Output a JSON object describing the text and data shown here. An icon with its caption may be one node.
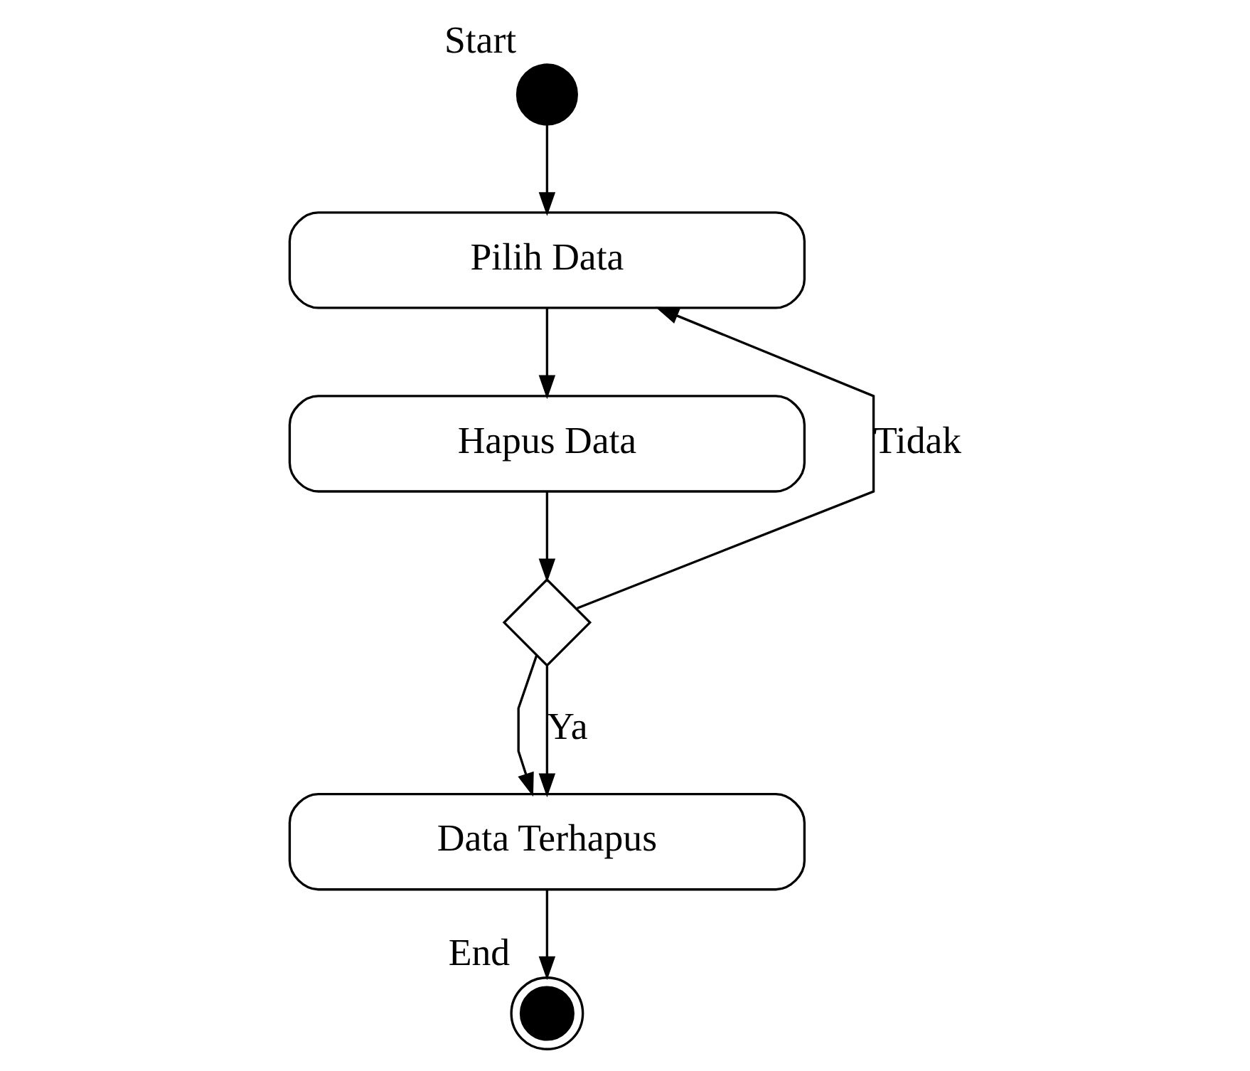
{
  "diagram": {
    "nodes": [
      {
        "text": [],
        "shape": "circle",
        "beside": [
          "Start"
        ]
      },
      {
        "text": [
          "Pilih Data"
        ]
      },
      {
        "text": [
          "Hapus Data"
        ]
      },
      {
        "text": [],
        "shape": "diamond"
      },
      {
        "text": [
          "Data Terhapus"
        ]
      },
      {
        "text": [],
        "shape": "bullseye",
        "beside": [
          "End"
        ]
      }
    ],
    "edges": [
      {
        "from": 0,
        "to": 1,
        "arrow": "to"
      },
      {
        "from": 1,
        "to": 2,
        "arrow": "to"
      },
      {
        "from": 2,
        "to": 3,
        "arrow": "to"
      },
      {
        "from": 3,
        "to": 1,
        "arrow": "to",
        "label": "Tidak"
      },
      {
        "from": 3,
        "to": 4,
        "arrow": "to"
      },
      {
        "from": 3,
        "to": 4,
        "arrow": "to",
        "label": "Ya"
      },
      {
        "from": 4,
        "to": 5,
        "arrow": "to"
      }
    ]
  }
}
